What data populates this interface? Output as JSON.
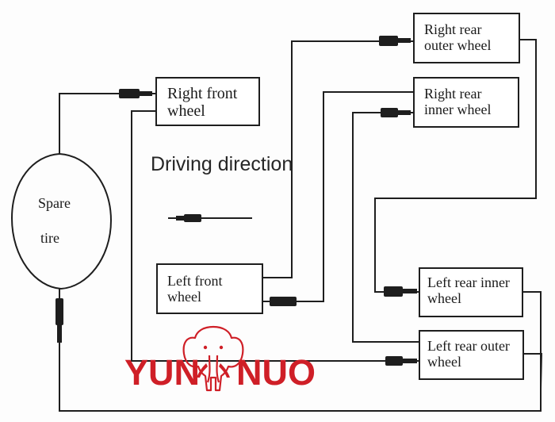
{
  "labels": {
    "right_front": [
      "Right  front",
      "wheel"
    ],
    "right_rear_outer": [
      "Right rear",
      "outer wheel"
    ],
    "right_rear_inner": [
      "Right rear",
      "inner wheel"
    ],
    "left_front": [
      "Left front",
      "wheel"
    ],
    "left_rear_inner": [
      "Left rear inner",
      "wheel"
    ],
    "left_rear_outer": [
      "Left rear outer",
      "wheel"
    ],
    "spare_tire": [
      "Spare",
      "tire"
    ],
    "driving_direction": "Driving direction"
  },
  "logo": {
    "part1": "YUN",
    "part2": "NUO",
    "color": "#cf1f27",
    "icon": "elephant-icon"
  },
  "colors": {
    "line": "#1e1e1e",
    "box_border": "#1e1e1e",
    "text": "#1b1b1b"
  }
}
